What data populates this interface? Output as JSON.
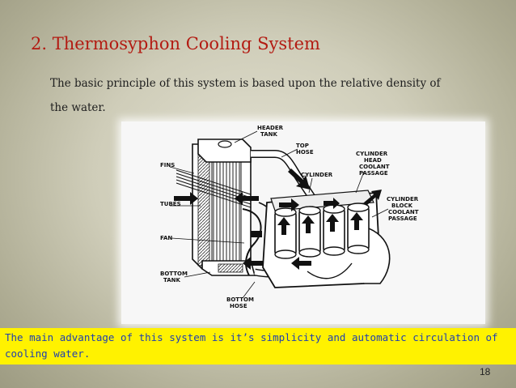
{
  "slide": {
    "title": "2. Thermosyphon Cooling System",
    "intro": "The basic principle of this system is based upon the relative density of the  water.",
    "footer": "The main advantage of this system is it’s simplicity and automatic circulation of cooling water.",
    "page_number": "18"
  },
  "diagram": {
    "labels": {
      "header_tank_1": "HEADER",
      "header_tank_2": "TANK",
      "top_hose_1": "TOP",
      "top_hose_2": "HOSE",
      "fins": "FINS",
      "cylinder": "CYLINDER",
      "cyl_head_1": "CYLINDER",
      "cyl_head_2": "HEAD",
      "cyl_head_3": "COOLANT",
      "cyl_head_4": "PASSAGE",
      "tubes": "TUBES",
      "cyl_block_1": "CYLINDER",
      "cyl_block_2": "BLOCK",
      "cyl_block_3": "COOLANT",
      "cyl_block_4": "PASSAGE",
      "fan": "FAN",
      "bottom_tank_1": "BOTTOM",
      "bottom_tank_2": "TANK",
      "bottom_hose_1": "BOTTOM",
      "bottom_hose_2": "HOSE"
    }
  }
}
